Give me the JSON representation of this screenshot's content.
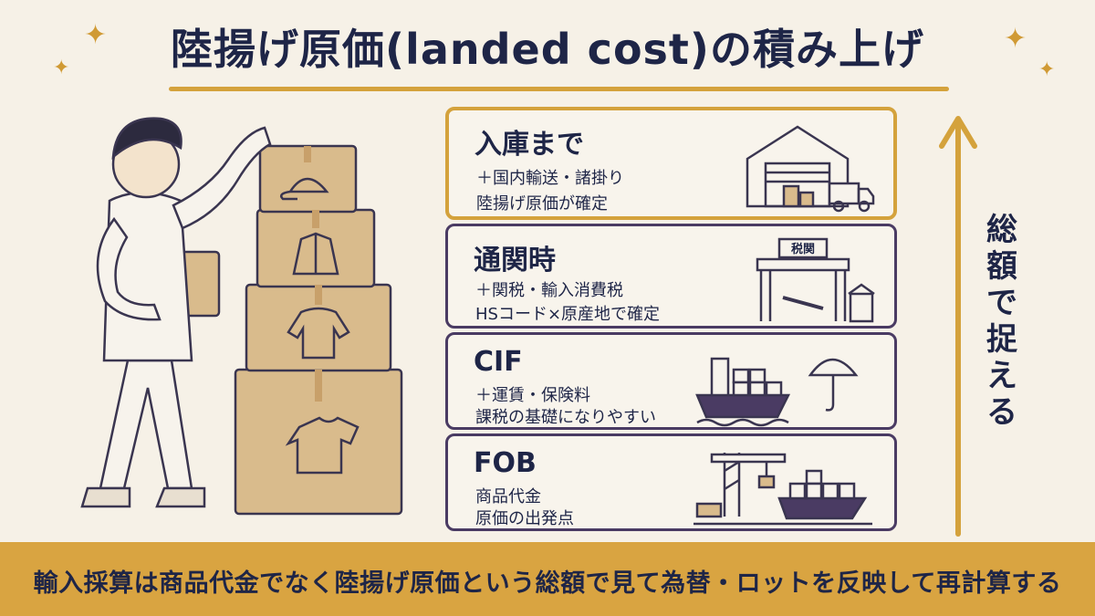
{
  "title": "陸揚げ原価(landed cost)の積み上げ",
  "axis_label": "総額で捉える",
  "gate_sign": "税関",
  "stages": [
    {
      "title": "入庫まで",
      "line1": "＋国内輸送・諸掛り",
      "line2": "陸揚げ原価が確定",
      "icon": "warehouse-truck-icon"
    },
    {
      "title": "通関時",
      "line1": "＋関税・輸入消費税",
      "line2": "HSコード×原産地で確定",
      "icon": "customs-gate-icon"
    },
    {
      "title": "CIF",
      "line1": "＋運賃・保険料",
      "line2": "課税の基礎になりやすい",
      "icon": "ship-umbrella-icon"
    },
    {
      "title": "FOB",
      "line1": "商品代金",
      "line2": "原価の出発点",
      "icon": "port-crane-ship-icon"
    }
  ],
  "banner": "輸入採算は商品代金でなく陸揚げ原価という総額で見て為替・ロットを反映して再計算する",
  "colors": {
    "navy": "#1e2547",
    "gold": "#d4a23c",
    "banner": "#d9a441",
    "frame": "#4a3b63",
    "background": "#f6f1e7"
  }
}
